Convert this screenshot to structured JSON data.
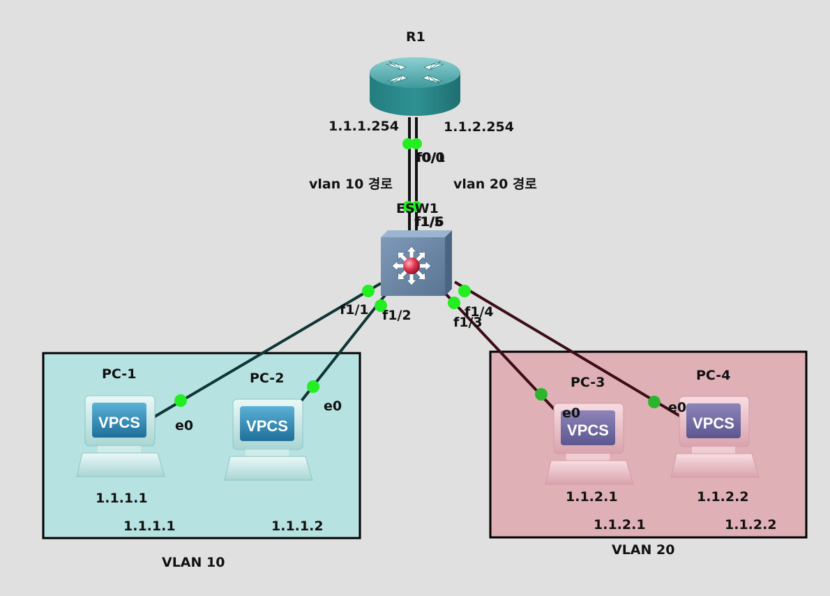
{
  "zones": {
    "vlan10": {
      "label": "VLAN 10",
      "fill": "#b6e3e1"
    },
    "vlan20": {
      "label": "VLAN 20",
      "fill": "#e0b0b7"
    }
  },
  "nodes": {
    "r1": {
      "name": "R1",
      "icon": "router-icon"
    },
    "esw1": {
      "name": "ESW1",
      "icon": "multilayer-switch-icon"
    },
    "pc1": {
      "name": "PC-1",
      "icon": "vpcs-icon",
      "screen_text": "VPCS",
      "ip": "1.1.1.1"
    },
    "pc2": {
      "name": "PC-2",
      "icon": "vpcs-icon",
      "screen_text": "VPCS"
    },
    "pc3": {
      "name": "PC-3",
      "icon": "vpcs-icon",
      "screen_text": "VPCS",
      "ip": "1.1.2.1"
    },
    "pc4": {
      "name": "PC-4",
      "icon": "vpcs-icon",
      "screen_text": "VPCS",
      "ip": "1.1.2.2"
    }
  },
  "notes": {
    "r1_ip_left": "1.1.1.254",
    "r1_ip_right": "1.1.2.254",
    "vlan10_route": "vlan 10 경로",
    "vlan20_route": "vlan 20 경로",
    "pc1_addr": "1.1.1.1",
    "pc2_addr": "1.1.1.2",
    "pc3_addr": "1.1.2.1",
    "pc4_addr": "1.1.2.2"
  },
  "ports": {
    "r1_f00": "f0/0",
    "r1_f01": "f0/1",
    "esw_f15": "f1/5",
    "esw_f16": "f1/6",
    "esw_f11": "f1/1",
    "esw_f12": "f1/2",
    "esw_f13": "f1/3",
    "esw_f14": "f1/4",
    "pc_e0": "e0"
  },
  "colors": {
    "background": "#e0e0e0",
    "link": "#111111",
    "link_teal": "#0f3535",
    "link_maroon": "#3b0d14",
    "port_up": "#22ee22",
    "port_up_dark": "#2cb52c"
  }
}
